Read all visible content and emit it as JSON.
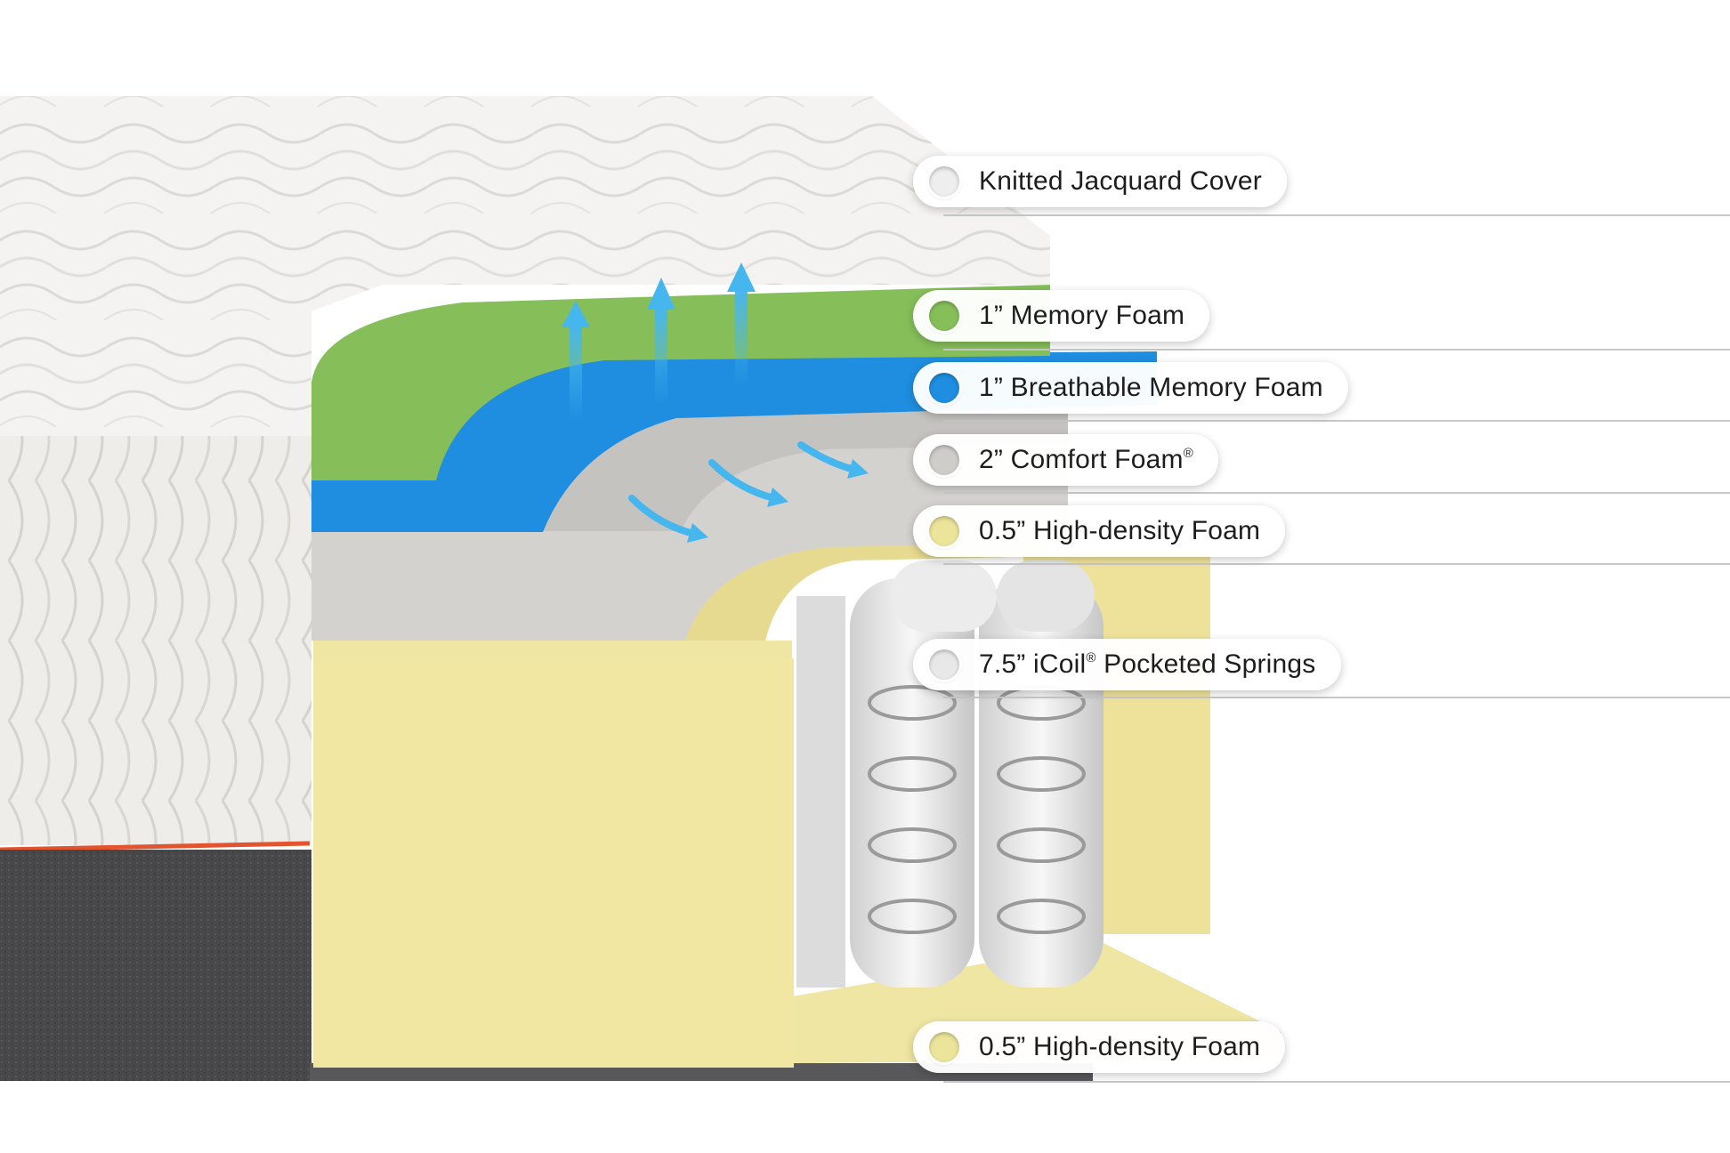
{
  "diagram": {
    "layers": [
      {
        "label": "Knitted Jacquard Cover",
        "mark": "",
        "color": "#eeeeee"
      },
      {
        "label": "1” Memory Foam",
        "mark": "",
        "color": "#86bf5a"
      },
      {
        "label": "1” Breathable Memory Foam",
        "mark": "",
        "color": "#1f8ee0"
      },
      {
        "label": "2” Comfort Foam",
        "mark": "®",
        "color": "#cfcdca"
      },
      {
        "label": "0.5” High-density Foam",
        "mark": "",
        "color": "#ece49a"
      },
      {
        "label": "7.5” iCoil",
        "mark": "®",
        "suffix": " Pocketed Springs",
        "color": "#e8e8e8"
      },
      {
        "label": "0.5” High-density Foam",
        "mark": "",
        "color": "#ece49a"
      }
    ],
    "colors": {
      "cover": "#f3f2f0",
      "memory_foam": "#86bf5a",
      "breathable_foam": "#1f8ee0",
      "comfort_foam": "#d4d2cf",
      "high_density_foam": "#efe6a3",
      "springs": "#e6e6e6",
      "base_fabric": "#4a4a4c",
      "trim": "#e2542f",
      "airflow_arrows": "#46b6ee"
    }
  }
}
